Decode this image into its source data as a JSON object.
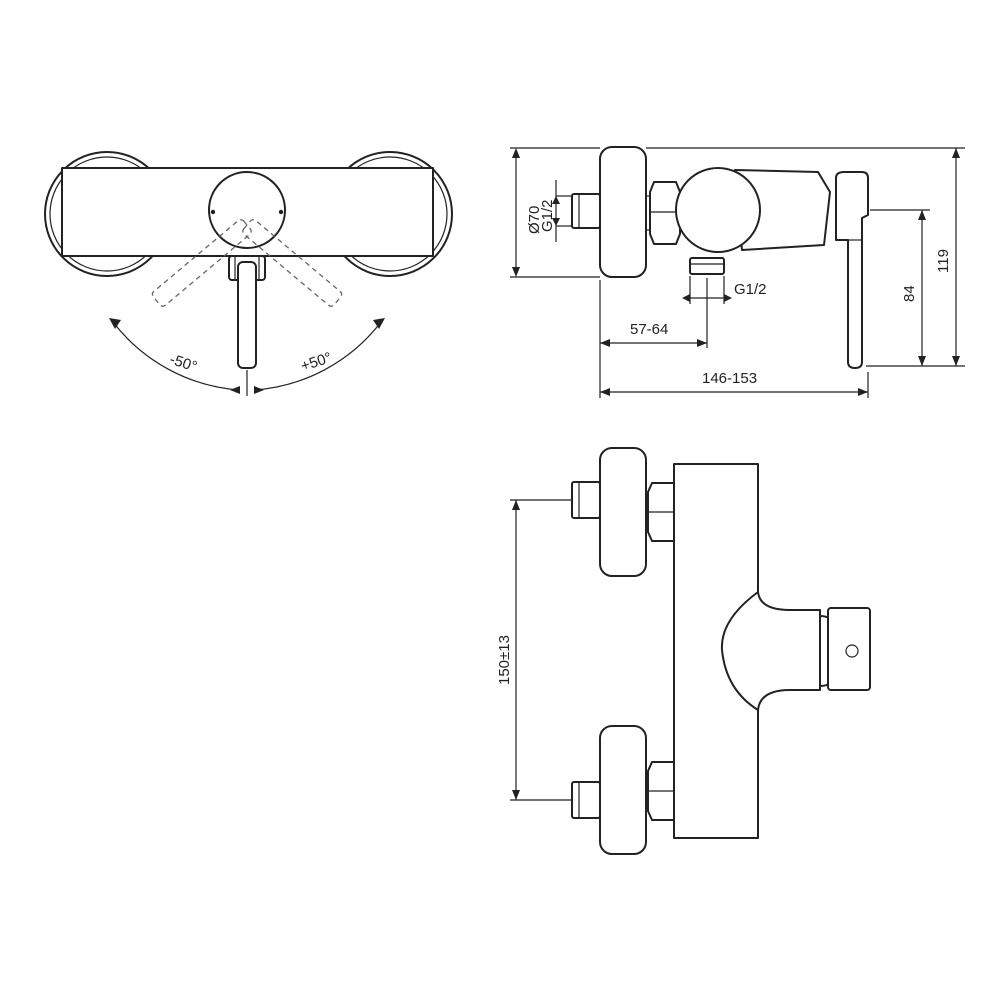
{
  "dimensions": {
    "angle_left": "-50°",
    "angle_right": "+50°",
    "diameter": "Ø70",
    "thread_inlet": "G1/2",
    "thread_outlet": "G1/2",
    "projection_range": "57-64",
    "overall_depth": "146-153",
    "lever_height": "84",
    "total_height": "119",
    "inlet_spacing": "150±13"
  }
}
